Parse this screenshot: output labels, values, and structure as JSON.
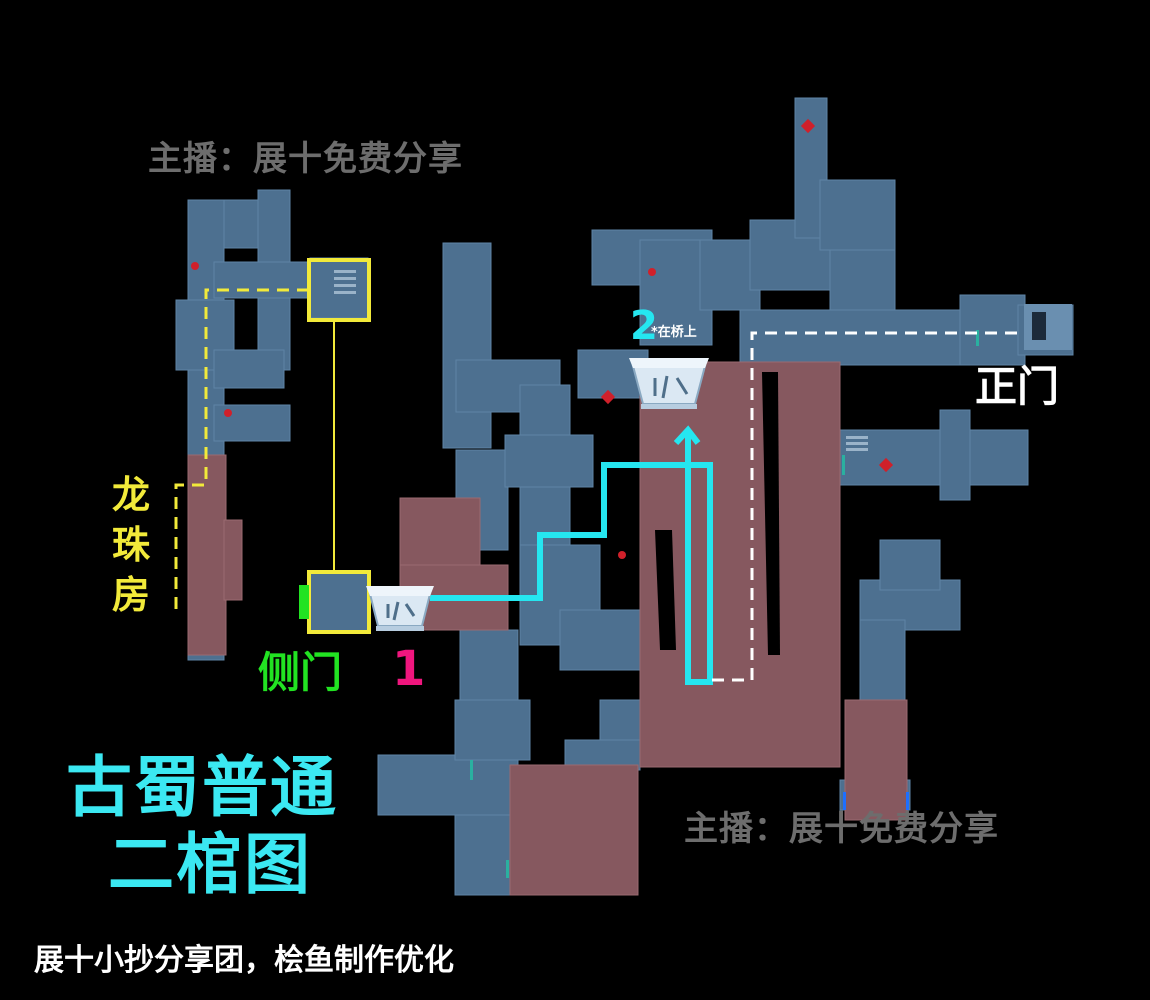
{
  "watermarks": [
    "主播：展十免费分享",
    "主播：展十免费分享"
  ],
  "labels": {
    "dragon_room": "龙珠房",
    "side_gate": "侧门",
    "main_gate": "正门",
    "marker_1": "1",
    "marker_2": "2",
    "on_bridge_note": "*在桥上"
  },
  "title": {
    "line1": "古蜀普通",
    "line2": "二棺图"
  },
  "credit": "展十小抄分享团，桧鱼制作优化",
  "colors": {
    "background": "#000000",
    "corridor": "#4d7090",
    "room": "#86585f",
    "route_yellow": "#f2ea3a",
    "route_cyan": "#25e6f0",
    "route_white": "#ffffff",
    "side_gate": "#22e322",
    "marker_1": "#f0167e",
    "title": "#3be8f2"
  },
  "icons": [
    "coffin-icon",
    "red-diamond-marker-icon",
    "stairs-icon",
    "gate-icon"
  ]
}
